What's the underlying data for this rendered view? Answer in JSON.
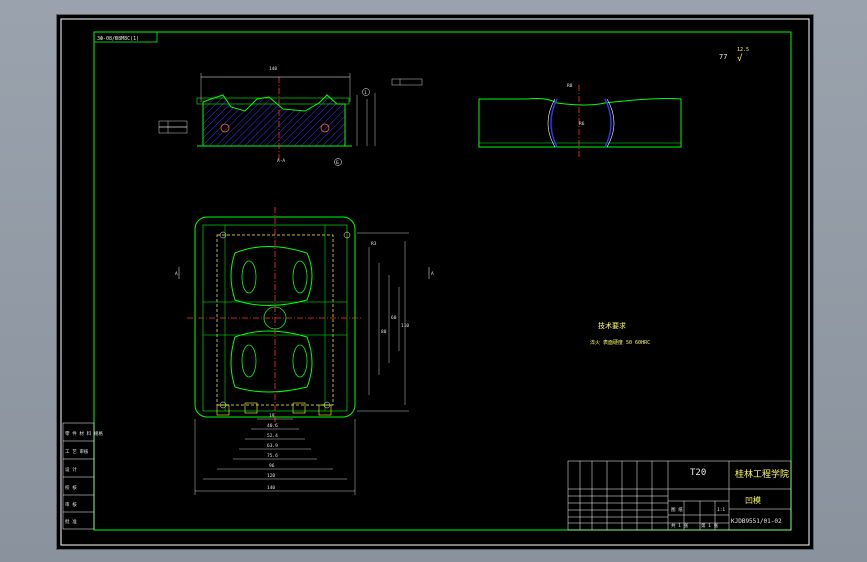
{
  "drawing": {
    "roughness_note": "77",
    "roughness_symbol": "12.5",
    "roughness_symbol_check": "√",
    "top_left_code": "ЗФ-08/Ю8М8С(1)",
    "section_label": "A-A",
    "view_label_left": "A",
    "view_label_right": "A",
    "datum_marker_1": "1",
    "datum_marker_2": "Б",
    "tech_req_title": "技术要求",
    "tech_req_line": "淬火 表面硬度 50 60HRC"
  },
  "title_block": {
    "material": "T20",
    "school": "桂林工程学院",
    "part_name": "凹模",
    "drawing_no": "KJDB9551/01-02",
    "left_table": [
      "零 件 材 料 规格",
      "工 艺 审核",
      "设 计",
      "校 核",
      "审 核",
      "批 准"
    ],
    "scale_row": [
      "图 纸",
      "1:1"
    ],
    "sheet_row": [
      "共 1 张",
      "第 1 张"
    ]
  },
  "colors": {
    "frame": "#00ff00",
    "hatch": "#3333ff",
    "center": "#ff3333",
    "dim": "#ffffff",
    "hidden": "#ffff33"
  }
}
